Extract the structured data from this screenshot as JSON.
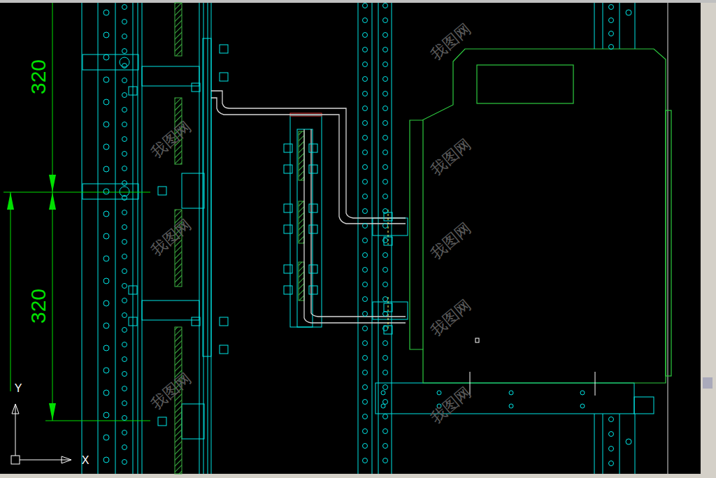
{
  "diagram": {
    "labels": [
      "320",
      "320",
      "Y",
      "X",
      "我图网",
      "我图网",
      "我图网",
      "我图网",
      "我图网",
      "我图网",
      "我图网",
      "我图网"
    ]
  }
}
